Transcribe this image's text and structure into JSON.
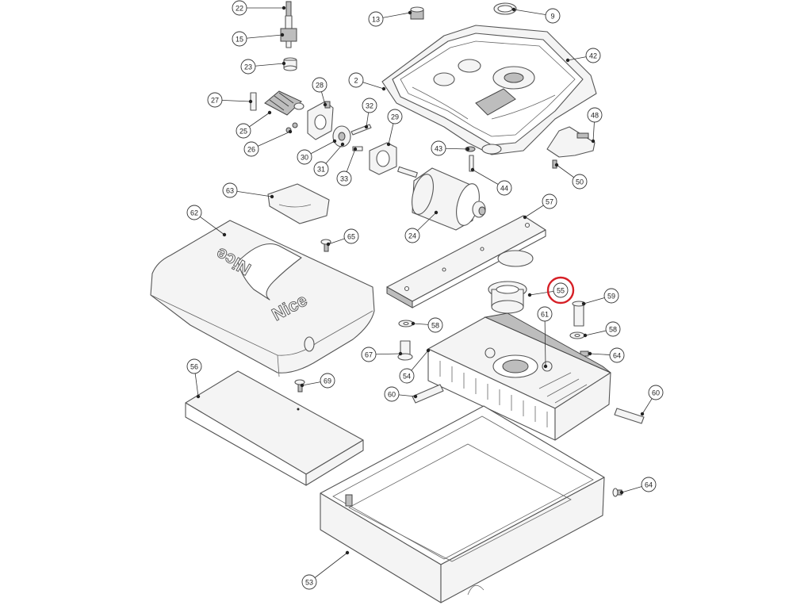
{
  "diagram": {
    "logo": "Nice",
    "highlight_color": "#d61f26",
    "highlighted_part": "55",
    "callouts": [
      {
        "id": "22"
      },
      {
        "id": "15"
      },
      {
        "id": "23"
      },
      {
        "id": "13"
      },
      {
        "id": "9"
      },
      {
        "id": "42"
      },
      {
        "id": "2"
      },
      {
        "id": "28"
      },
      {
        "id": "27"
      },
      {
        "id": "25"
      },
      {
        "id": "26"
      },
      {
        "id": "32"
      },
      {
        "id": "29"
      },
      {
        "id": "30"
      },
      {
        "id": "31"
      },
      {
        "id": "33"
      },
      {
        "id": "43"
      },
      {
        "id": "44"
      },
      {
        "id": "48"
      },
      {
        "id": "50"
      },
      {
        "id": "63"
      },
      {
        "id": "62"
      },
      {
        "id": "65"
      },
      {
        "id": "24"
      },
      {
        "id": "57"
      },
      {
        "id": "55"
      },
      {
        "id": "59"
      },
      {
        "id": "58"
      },
      {
        "id": "58"
      },
      {
        "id": "61"
      },
      {
        "id": "64"
      },
      {
        "id": "67"
      },
      {
        "id": "54"
      },
      {
        "id": "60"
      },
      {
        "id": "60"
      },
      {
        "id": "56"
      },
      {
        "id": "69"
      },
      {
        "id": "64"
      },
      {
        "id": "53"
      }
    ]
  }
}
